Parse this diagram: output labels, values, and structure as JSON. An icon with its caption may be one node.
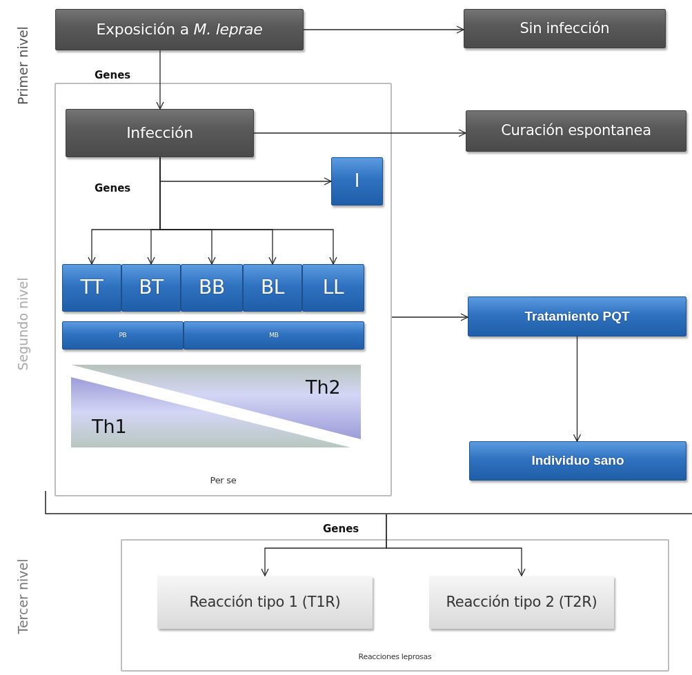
{
  "diagram": {
    "nodes": [
      {
        "text": [
          "Exposición a *M. leprae*"
        ]
      },
      {
        "text": [
          "Per se"
        ]
      },
      {
        "text": [
          "Infección"
        ],
        "in": 1
      },
      {
        "text": [
          "I"
        ],
        "in": 1
      },
      {
        "text": [
          "TT"
        ],
        "in": 1
      },
      {
        "text": [
          "BT"
        ],
        "in": 1
      },
      {
        "text": [
          "BB"
        ],
        "in": 1
      },
      {
        "text": [
          "BL"
        ],
        "in": 1
      },
      {
        "text": [
          "LL"
        ],
        "in": 1
      },
      {
        "text": [
          "PB"
        ],
        "in": 1
      },
      {
        "text": [
          "MB"
        ],
        "in": 1
      },
      {
        "text": [
          "Sin infección"
        ]
      },
      {
        "text": [
          "Curación espontanea"
        ]
      },
      {
        "text": [
          "Tratamiento PQT"
        ]
      },
      {
        "text": [
          "Individuo sano"
        ]
      },
      {
        "text": [],
        "shape": "bracket"
      },
      {
        "text": [
          "Reacciones leprosas"
        ]
      },
      {
        "text": [
          "Reacción tipo 1 (T1R)"
        ],
        "in": 16
      },
      {
        "text": [
          "Reacción tipo 2 (T2R)"
        ],
        "in": 16
      }
    ],
    "edges": [
      {
        "from": 0,
        "to": 11,
        "arrow": "to"
      },
      {
        "from": 0,
        "to": 2,
        "arrow": "to",
        "label": "Genes"
      },
      {
        "from": 2,
        "to": 12,
        "arrow": "to"
      },
      {
        "from": 2,
        "to": 3,
        "arrow": "to",
        "label": "Genes"
      },
      {
        "from": 2,
        "to": 4,
        "arrow": "to"
      },
      {
        "from": 2,
        "to": 5,
        "arrow": "to"
      },
      {
        "from": 2,
        "to": 6,
        "arrow": "to"
      },
      {
        "from": 2,
        "to": 7,
        "arrow": "to"
      },
      {
        "from": 2,
        "to": 8,
        "arrow": "to"
      },
      {
        "from": 1,
        "to": 13,
        "arrow": "to"
      },
      {
        "from": 13,
        "to": 14,
        "arrow": "to"
      },
      {
        "from": 15,
        "to": 17,
        "arrow": "to"
      },
      {
        "from": 15,
        "to": 18,
        "arrow": "to"
      }
    ],
    "labels": [
      "Primer nivel",
      "Segundo nivel",
      "Th2",
      "Th1",
      "Genes",
      "Tercer nivel"
    ]
  }
}
